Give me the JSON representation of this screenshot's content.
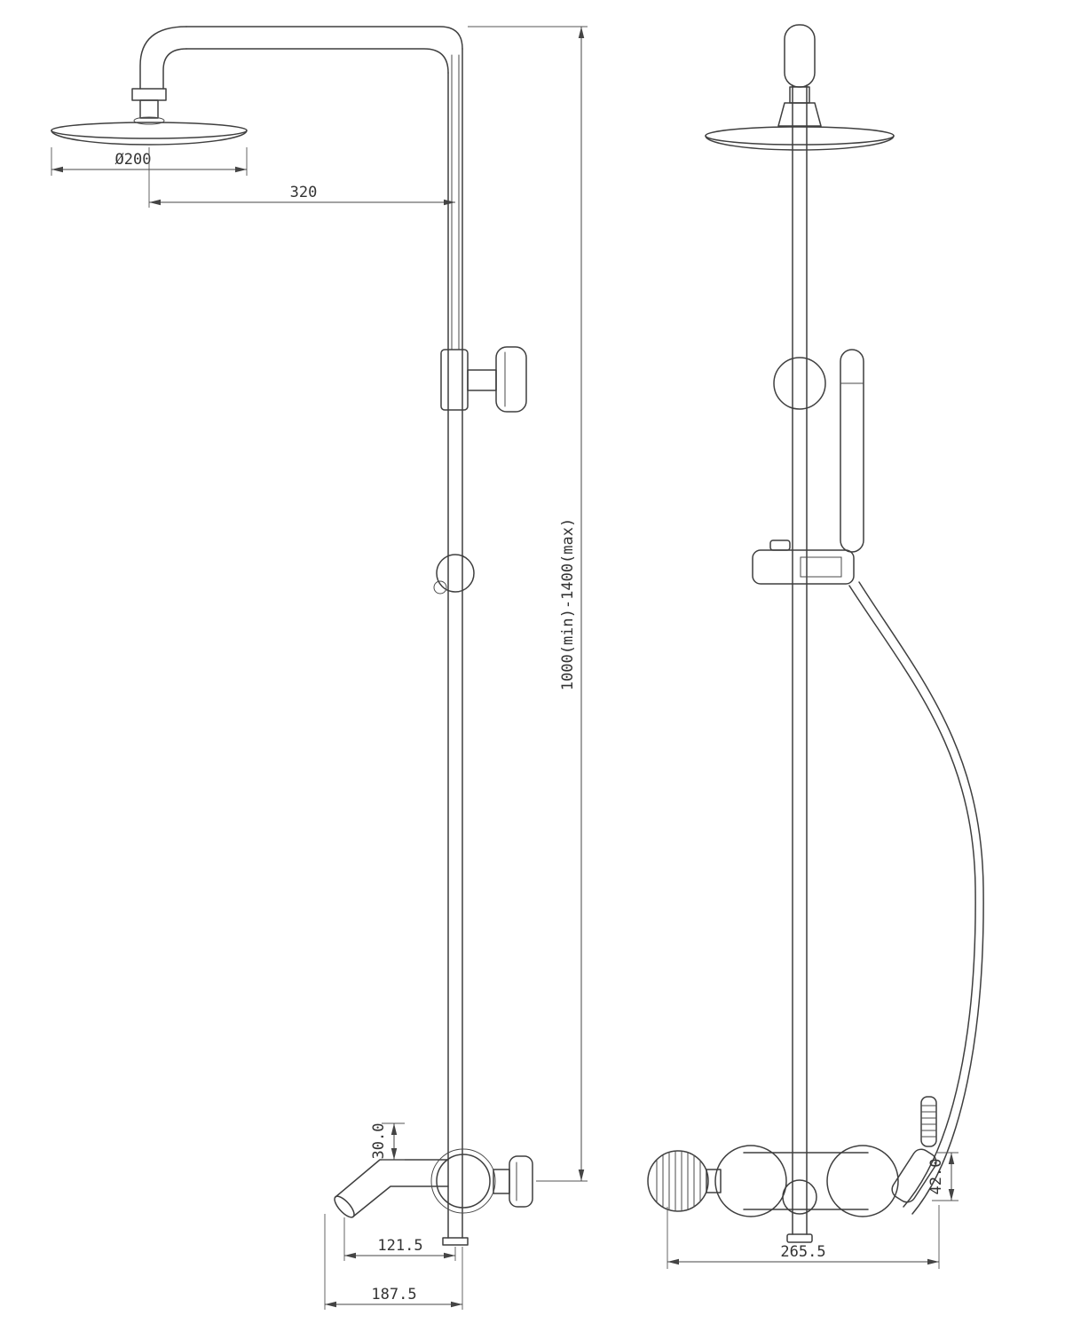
{
  "dimensions": {
    "head_diameter": "Ø200",
    "arm_reach": "320",
    "riser_height": "1000(min)-1400(max)",
    "spout_offset": "30.0",
    "spout_reach": "121.5",
    "spout_overall": "187.5",
    "holder_height": "42.0",
    "mixer_width": "265.5"
  },
  "colors": {
    "outline": "#3f3f3f",
    "dimension_line": "#444444",
    "text": "#333333",
    "background": "#ffffff"
  }
}
